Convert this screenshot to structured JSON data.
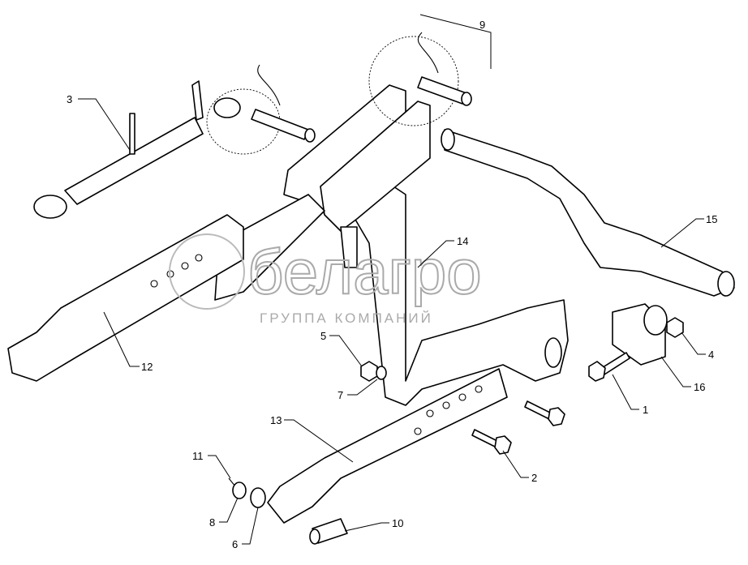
{
  "diagram": {
    "watermark": {
      "brand": "белагро",
      "subtitle": "ГРУППА КОМПАНИЙ"
    },
    "callouts": [
      {
        "id": "3",
        "label": "3"
      },
      {
        "id": "9",
        "label": "9"
      },
      {
        "id": "15",
        "label": "15"
      },
      {
        "id": "14",
        "label": "14"
      },
      {
        "id": "12",
        "label": "12"
      },
      {
        "id": "5",
        "label": "5"
      },
      {
        "id": "7",
        "label": "7"
      },
      {
        "id": "4",
        "label": "4"
      },
      {
        "id": "16",
        "label": "16"
      },
      {
        "id": "1",
        "label": "1"
      },
      {
        "id": "13",
        "label": "13"
      },
      {
        "id": "2",
        "label": "2"
      },
      {
        "id": "11",
        "label": "11"
      },
      {
        "id": "8",
        "label": "8"
      },
      {
        "id": "6",
        "label": "6"
      },
      {
        "id": "10",
        "label": "10"
      }
    ]
  }
}
